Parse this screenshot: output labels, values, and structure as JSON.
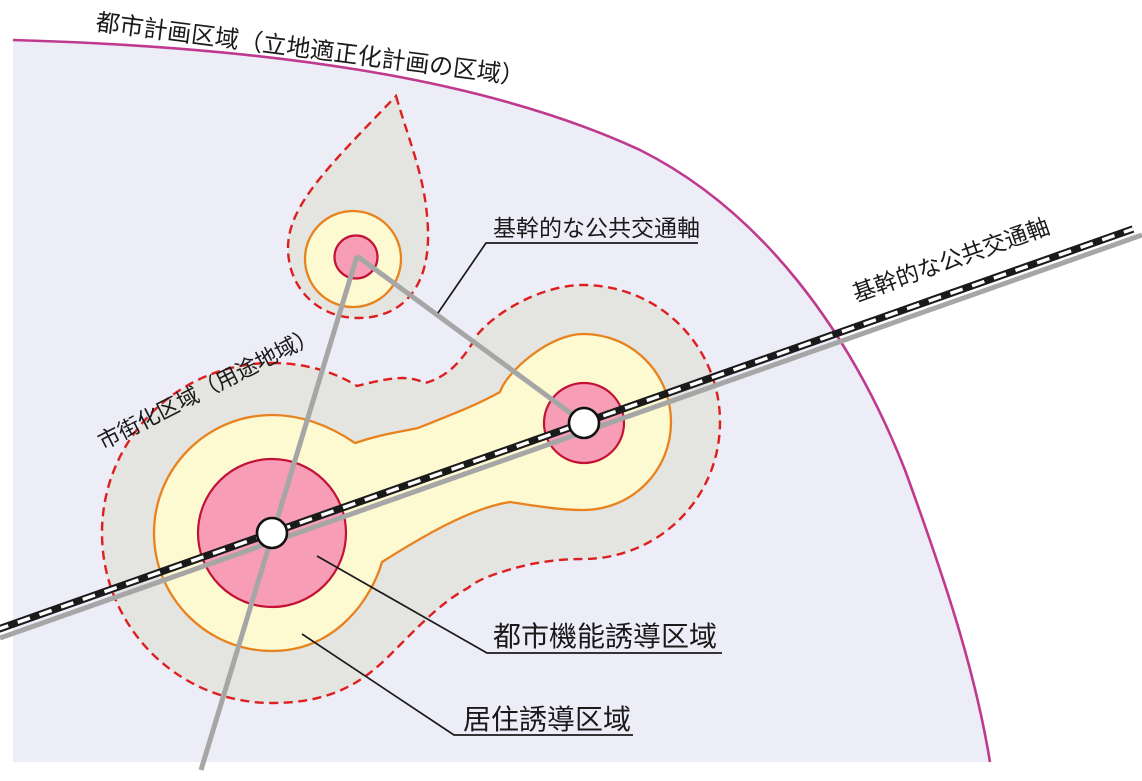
{
  "labels": {
    "plan_area": "都市計画区域（立地適正化計画の区域）",
    "urbanization_area": "市街化区域（用途地域）",
    "transit_axis_top": "基幹的な公共交通軸",
    "transit_axis_right": "基幹的な公共交通軸",
    "urban_function_zone": "都市機能誘導区域",
    "residential_zone": "居住誘導区域"
  },
  "colors": {
    "plan_area_fill": "#ededf8",
    "plan_area_border": "#bf3a8f",
    "urbanization_fill": "#e4e4e0",
    "urbanization_border": "#dd1f1f",
    "residential_fill": "#fdfad2",
    "residential_border": "#e8821e",
    "urban_function_fill": "#f79db6",
    "urban_function_border": "#c31236",
    "road": "#a6a6a6",
    "railway_dark": "#1a1a1a",
    "railway_dash": "#ffffff",
    "station_fill": "#ffffff",
    "leader": "#1a1a1a"
  }
}
